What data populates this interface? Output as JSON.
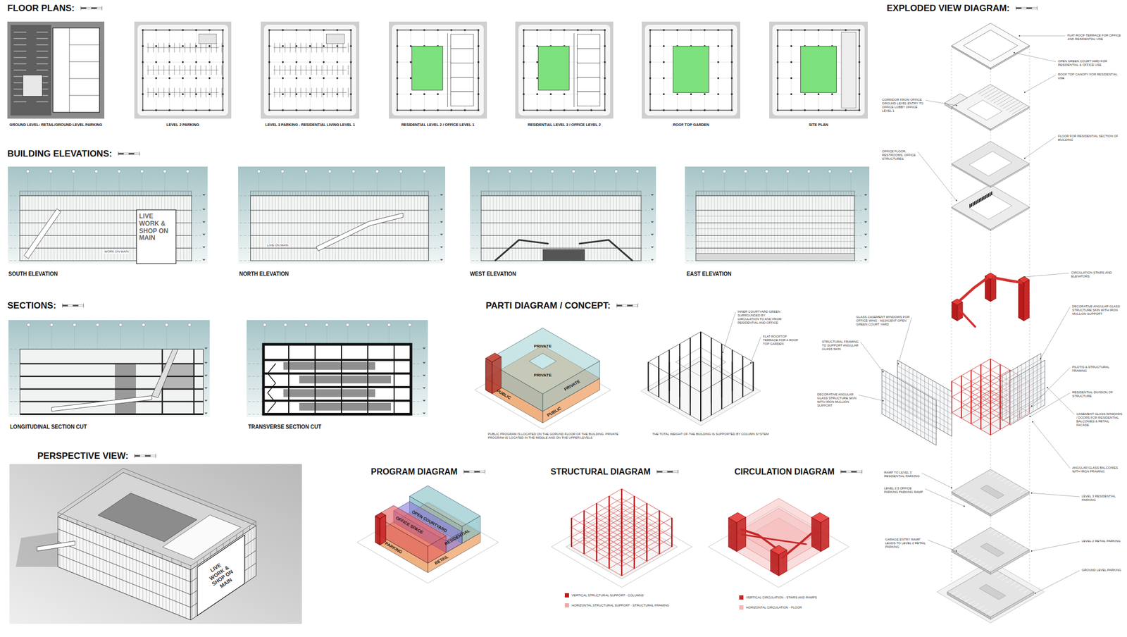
{
  "diagram": {
    "labels": [
      "FLOOR PLANS:",
      "GROUND LEVEL: RETAIL/GROUND LEVEL PARKING",
      "LEVEL 2 PARKING",
      "LEVEL 3 PARKING - RESIDENTIAL LIVING LEVEL 1",
      "RESIDENTIAL LEVEL 2 / OFFICE LEVEL 1",
      "RESIDENTIAL LEVEL 3 / OFFICE LEVEL 2",
      "ROOF TOP GARDEN",
      "SITE PLAN",
      "BUILDING ELEVATIONS:",
      "LIVE WORK & SHOP ON MAIN",
      "WORK ON MAIN",
      "SOUTH ELEVATION",
      "LIVE ON MAIN",
      "NORTH ELEVATION",
      "WEST ELEVATION",
      "EAST ELEVATION",
      "SECTIONS:",
      "LONGITUDINAL SECTION CUT",
      "TRANSVERSE SECTION CUT",
      "PARTI DIAGRAM / CONCEPT:",
      "PRIVATE",
      "PRIVATE",
      "PRIVATE",
      "PUBLIC",
      "PUBLIC",
      "INNER COURTYARD GREEN SURROUNDED BY CIRCULATION TO AND FROM RESIDENTIAL AND OFFICE",
      "FLAT ROOFTOP TERRACE FOR A ROOF TOP GARDEN",
      "PUBLIC PROGRAM IS LOCATED ON THE GORUND FLOOR OF THE BUILDING. PRIVATE PROGRAM IS LOCATED IN THE MIDDLE AND ON THE UPPER LEVELS",
      "THE TOTAL WEIGHT OF THE BUILDING IS SUPPORTED BY COLUMN SYSTEM",
      "PERSPECTIVE VIEW:",
      "LIVE WORK & SHOP ON MAIN",
      "PROGRAM DIAGRAM",
      "OFFICE SPACE",
      "OPEN COURTYARD",
      "RESIDENTIAL",
      "PARKING",
      "RETAIL",
      "STRUCTURAL DIAGRAM",
      "CIRCULATION DIAGRAM",
      "EXPLODED VIEW DIAGRAM:",
      "FLAT ROOF TERRACE FOR OFFICE AND RESIDENTIAL USE",
      "OPEN GREEN COURTYARD FOR RESIDENTIAL & OFFICE USE",
      "ROOF TOP CANOPY FOR RESIDENTIAL USE",
      "CORRIDOR FROM OFFICE GROUND LEVEL ENTRY TO OFFICE LOBBY OFFICE LEVEL 1",
      "FLOOR FOR RESIDENTIAL SECTION OF BUILDING",
      "OFFICE FLOOR, RESTROOMS, OFFICE STRUCTURES",
      "CIRCULATION STAIRS AND ELEVATORS",
      "DECORATIVE ANGULAR GLASS STRUCTURE SKIN WITH IRON MULLION SUPPORT",
      "GLASS CASEMENT WINDOWS FOR OFFICE WING - ADJACENT OPEN GREEN COURT YARD",
      "STRUCTURAL FRAMING TO SUPPORT ANGULAR GLASS SKIN",
      "PILOTIS & STRUCTURAL FRAMING",
      "RESIDENTIAL DIVISION OF STRUCTURE",
      "DECORATIVE ANGULAR GLASS STRUCTURE SKIN WITH IRON MULLION SUPPORT",
      "CASEMENT GLASS WINDOWS / DOORS FOR RESIDENTIAL BALCONIES & RETAIL FACADE",
      "ANGULAR GLASS BALCONIES WITH IRON FRAMING",
      "RAMP TO LEVEL 3 RESIDENTIAL PARKING",
      "LEVEL 2.5 OFFICE PARKING PARKING RAMP",
      "LEVEL 3 RESIDENTIAL PARKING",
      "GARAGE ENTRY RAMP LEADS TO LEVEL 2 RETAIL PARKING",
      "LEVEL 2 RETAIL PARKING",
      "GROUND LEVEL PARKING"
    ],
    "legend": [
      {
        "text": "VERTICAL STRUCTURAL SUPPORT - COLUMNS",
        "color": "#b71c1c"
      },
      {
        "text": "HORIZONTAL STRUCTURAL SUPPORT - STRUCTURAL FRAMING",
        "color": "#f2a7a7"
      },
      {
        "text": "VERTICAL CIRCULATION - STAIRS AND RAMPS",
        "color": "#c62828"
      },
      {
        "text": "HORIZONTAL CIRCULATION - FLOOR",
        "color": "#f5b5b5"
      }
    ]
  }
}
